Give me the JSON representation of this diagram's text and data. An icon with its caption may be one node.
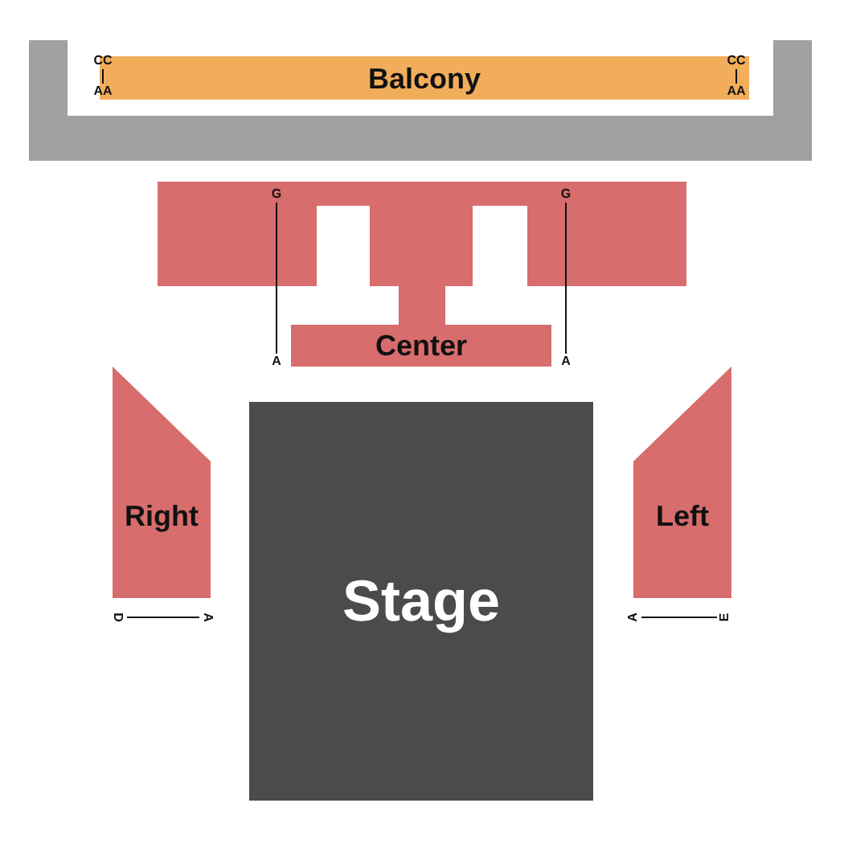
{
  "diagram": {
    "nodes": [
      {
        "text": [
          "Balcony"
        ]
      },
      {
        "text": [
          "Center"
        ]
      },
      {
        "text": [
          "Right"
        ]
      },
      {
        "text": [
          "Left"
        ]
      },
      {
        "text": [
          "Stage"
        ]
      }
    ],
    "labels": [
      "CC",
      "AA",
      "CC",
      "AA",
      "G",
      "G",
      "A",
      "A",
      "D",
      "A",
      "A",
      "E"
    ]
  }
}
